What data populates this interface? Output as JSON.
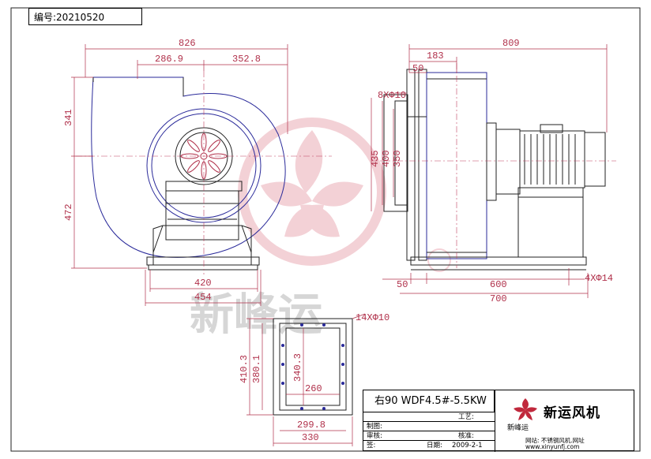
{
  "header": {
    "serial_label": "编号:",
    "serial_value": "20210520"
  },
  "side_view": {
    "dims": {
      "overall_width": "826",
      "left_part": "286.9",
      "right_part": "352.8",
      "height_upper": "341",
      "height_lower": "472",
      "base_inner": "420",
      "base_outer": "454"
    }
  },
  "front_view": {
    "dims": {
      "overall_width": "809",
      "flange_depth": "183",
      "flange_thk": "50",
      "bolt_spec": "8XΦ10",
      "flange_h1": "435",
      "flange_h2": "400",
      "flange_h3": "350",
      "base_offset": "50",
      "base_inner": "600",
      "base_outer": "700",
      "base_bolt": "4XΦ14"
    }
  },
  "outlet_view": {
    "dims": {
      "bolt_spec": "14XΦ10",
      "outer_h": "410.3",
      "mid_h": "380.1",
      "inner_h": "340.3",
      "inner_w": "260",
      "mid_w": "299.8",
      "outer_w": "330"
    }
  },
  "watermark": {
    "text": "新峰运",
    "registered": "®"
  },
  "title_block": {
    "model": "右90 WDF4.5#-5.5KW",
    "brand": "新运风机",
    "logo_caption": "新峰运",
    "process_label": "工艺:",
    "approve_label": "核准:",
    "drawn_label": "制图:",
    "review_label": "审核:",
    "sign_label": "签:",
    "date_label": "日期:",
    "date_value": "2009-2-1",
    "website_label": "网站: 不锈钢风机.网址",
    "website_url": "www.xinyunfj.com"
  },
  "colors": {
    "dimension": "#b0304a",
    "outline_blue": "#2a2a9a",
    "watermark": "#e0a0a8"
  }
}
